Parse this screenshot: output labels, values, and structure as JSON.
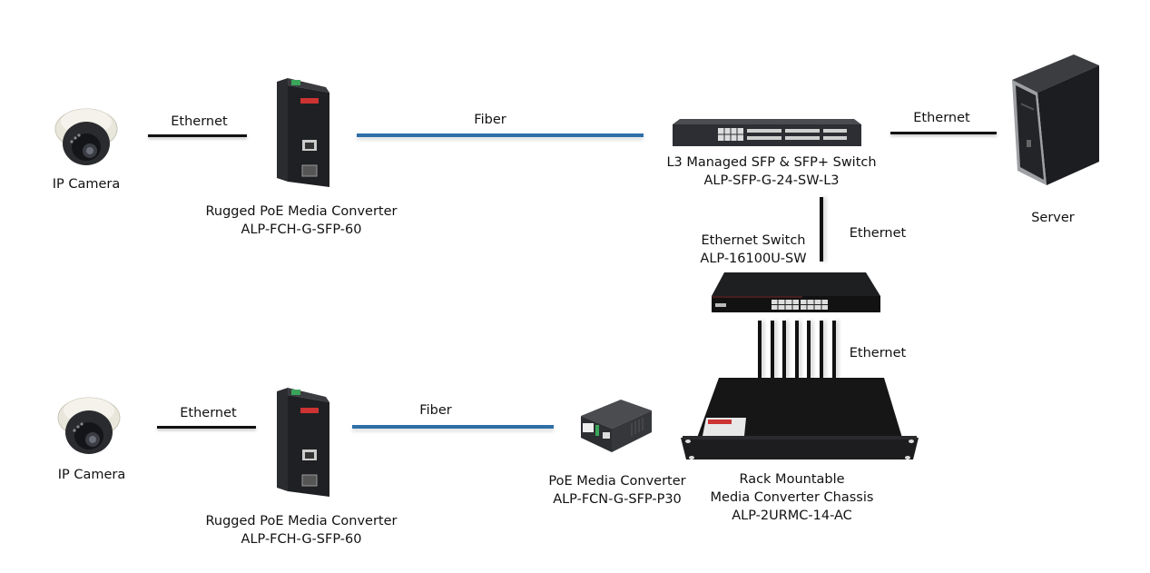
{
  "diagram": {
    "title": "",
    "nodes": {
      "camera_top": {
        "label": "IP Camera",
        "icon": "ip-camera-icon"
      },
      "converter_top": {
        "label_line1": "Rugged PoE Media Converter",
        "label_line2": "ALP-FCH-G-SFP-60",
        "icon": "rugged-media-converter-icon"
      },
      "l3_switch": {
        "label_line1": "L3 Managed SFP & SFP+ Switch",
        "label_line2": "ALP-SFP-G-24-SW-L3",
        "icon": "rack-switch-icon"
      },
      "server": {
        "label": "Server",
        "icon": "server-tower-icon"
      },
      "eth_switch": {
        "label_line1": "Ethernet Switch",
        "label_line2": "ALP-16100U-SW",
        "icon": "ethernet-switch-icon"
      },
      "chassis": {
        "label_line1": "Rack Mountable",
        "label_line2": "Media Converter Chassis",
        "label_line3": "ALP-2URMC-14-AC",
        "icon": "rack-chassis-icon"
      },
      "camera_bottom": {
        "label": "IP Camera",
        "icon": "ip-camera-icon"
      },
      "converter_bottom": {
        "label_line1": "Rugged PoE Media Converter",
        "label_line2": "ALP-FCH-G-SFP-60",
        "icon": "rugged-media-converter-icon"
      },
      "poe_converter": {
        "label_line1": "PoE Media Converter",
        "label_line2": "ALP-FCN-G-SFP-P30",
        "icon": "desktop-media-converter-icon"
      }
    },
    "links": [
      {
        "from": "camera_top",
        "to": "converter_top",
        "type": "ethernet",
        "label": "Ethernet"
      },
      {
        "from": "converter_top",
        "to": "l3_switch",
        "type": "fiber",
        "label": "Fiber"
      },
      {
        "from": "l3_switch",
        "to": "server",
        "type": "ethernet",
        "label": "Ethernet"
      },
      {
        "from": "l3_switch",
        "to": "eth_switch",
        "type": "ethernet",
        "label": "Ethernet"
      },
      {
        "from": "eth_switch",
        "to": "chassis",
        "type": "ethernet-bundle",
        "label": "Ethernet",
        "cable_count": 7
      },
      {
        "from": "camera_bottom",
        "to": "converter_bottom",
        "type": "ethernet",
        "label": "Ethernet"
      },
      {
        "from": "converter_bottom",
        "to": "poe_converter",
        "type": "fiber",
        "label": "Fiber"
      }
    ],
    "colors": {
      "ethernet": "#111111",
      "fiber": "#2e6fa8",
      "device_body": "#1e1f22",
      "background": "#ffffff"
    }
  }
}
